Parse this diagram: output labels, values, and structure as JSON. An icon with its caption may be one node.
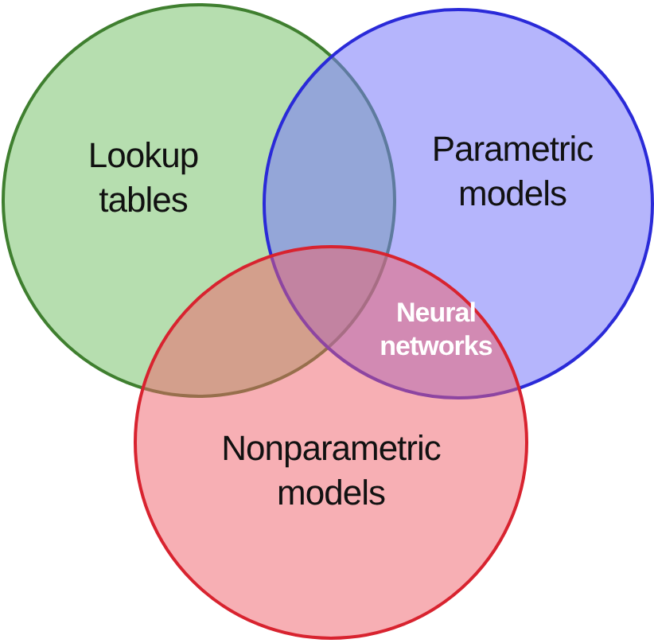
{
  "diagram": {
    "nodes": [
      {
        "text": [
          "Lookup tables"
        ]
      },
      {
        "text": [
          "Parametric models"
        ]
      },
      {
        "text": [
          "Nonparametric models"
        ]
      }
    ],
    "edges": [],
    "labels": [
      "Neural networks"
    ]
  }
}
